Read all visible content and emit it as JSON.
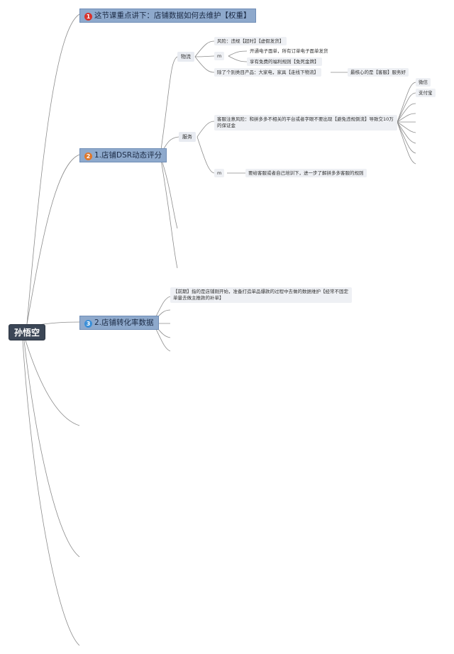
{
  "root": {
    "label": "孙悟空"
  },
  "topics": [
    {
      "badge": "1",
      "badge_color": "#d9322b",
      "label": "这节课重点讲下：店铺数据如何去维护【权重】"
    },
    {
      "badge": "2",
      "badge_color": "#e0772a",
      "label": "1.店铺DSR动态评分"
    },
    {
      "badge": "3",
      "badge_color": "#3a8fd8",
      "label": "2.店铺转化率数据"
    }
  ],
  "dsr": {
    "logistics": {
      "label": "物流",
      "risk": "风险：违规【超时】【虚假发货】",
      "m": "m",
      "m_items": [
        "开通电子面单，所有订单电子面单发货",
        "享有免费的福利规则【免死金牌】"
      ],
      "except": "除了个别类目产品：大家电，家具【走线下物流】",
      "core": "最核心的是【客服】服务好"
    },
    "service": {
      "label": "服务",
      "note": "客服注意风险：和拼多多不相关的平台或者字眼不要出现【避免违规倒流】导致交10万的保证金",
      "platforms": [
        "微信",
        "支付宝"
      ],
      "m": "m",
      "m_note": "要给客服或者自己培训下，进一步了解拼多多客服的规则"
    }
  },
  "conversion": {
    "note": "【前期】指的是店铺刚开始，准备打造单品爆款的过程中去做的数据维护【经常不固定单量去做主推款的补单】"
  }
}
